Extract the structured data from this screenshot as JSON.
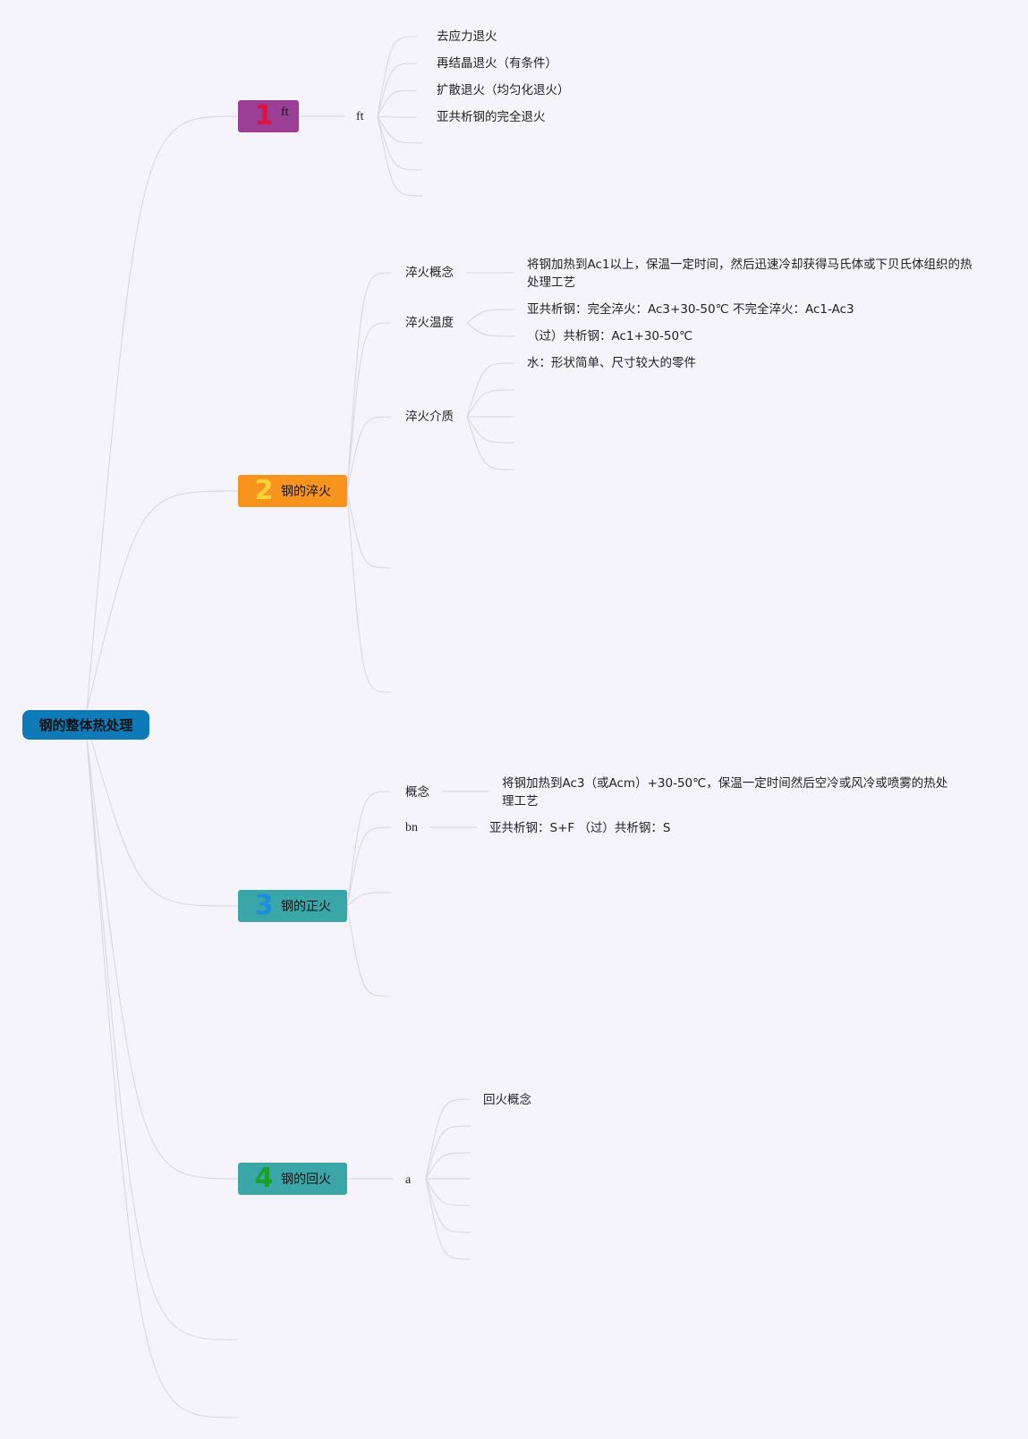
{
  "colors": {
    "background": "#f4f4fa",
    "root": "#0f7ab8",
    "branch1": "#9b3f96",
    "branch2": "#f7941d",
    "branch3": "#3aa6a8",
    "branch4": "#3aa6a8",
    "num1": "#e0123a",
    "num2": "#ffd33a",
    "num3": "#1a8fe0",
    "num4": "#1aa12a",
    "edge": "#d6d6dc"
  },
  "root": {
    "label": "钢的整体热处理"
  },
  "branches": [
    {
      "num": "1",
      "label": "ft",
      "child": "ft",
      "leaves": [
        "去应力退火",
        "再结晶退火（有条件）",
        "扩散退火（均匀化退火）",
        "亚共析钢的完全退火"
      ]
    },
    {
      "num": "2",
      "label": "钢的淬火",
      "children": [
        {
          "label": "淬火概念",
          "leaves": [
            "将钢加热到Ac1以上，保温一定时间，然后迅速冷却获得马氏体或下贝氏体组织的热处理工艺"
          ]
        },
        {
          "label": "淬火温度",
          "leaves": [
            "亚共析钢：完全淬火：Ac3+30-50℃ 不完全淬火：Ac1-Ac3",
            "（过）共析钢：Ac1+30-50℃"
          ]
        },
        {
          "label": "淬火介质",
          "leaves": [
            "水：形状简单、尺寸较大的零件"
          ]
        }
      ]
    },
    {
      "num": "3",
      "label": "钢的正火",
      "children": [
        {
          "label": "概念",
          "leaves": [
            "将钢加热到Ac3（或Acm）+30-50℃，保温一定时间然后空冷或风冷或喷雾的热处理工艺"
          ]
        },
        {
          "label": "bn",
          "leaves": [
            "亚共析钢：S+F （过）共析钢：S"
          ]
        }
      ]
    },
    {
      "num": "4",
      "label": "钢的回火",
      "child": "a",
      "leaves": [
        "回火概念"
      ]
    }
  ]
}
